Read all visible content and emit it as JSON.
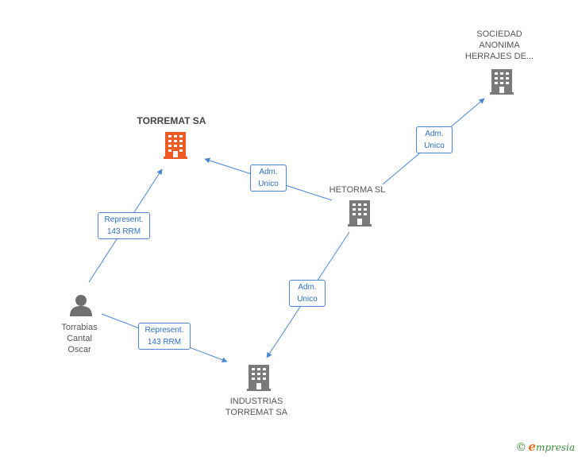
{
  "colors": {
    "edge": "#4a86d4",
    "building": "#7a7a7a",
    "building_main": "#f05a24",
    "person": "#6f6f6f"
  },
  "nodes": {
    "torremat": {
      "label": "TORREMAT SA",
      "icon": "building-icon"
    },
    "sociedad": {
      "label": "SOCIEDAD\nANONIMA\nHERRAJES DE...",
      "icon": "building-icon"
    },
    "hetorma": {
      "label": "HETORMA SL",
      "icon": "building-icon"
    },
    "industrias": {
      "label": "INDUSTRIAS\nTORREMAT SA",
      "icon": "building-icon"
    },
    "person": {
      "label": "Torrabias\nCantal\nOscar",
      "icon": "person-icon"
    }
  },
  "edges": [
    {
      "id": "person-torremat",
      "label": "Represent.\n143 RRM"
    },
    {
      "id": "person-industrias",
      "label": "Represent.\n143 RRM"
    },
    {
      "id": "hetorma-torremat",
      "label": "Adm.\nUnico"
    },
    {
      "id": "hetorma-sociedad",
      "label": "Adm.\nUnico"
    },
    {
      "id": "hetorma-industrias",
      "label": "Adm.\nUnico"
    }
  ],
  "brand": {
    "copyright": "©",
    "name_initial": "e",
    "name_rest": "mpresia"
  }
}
